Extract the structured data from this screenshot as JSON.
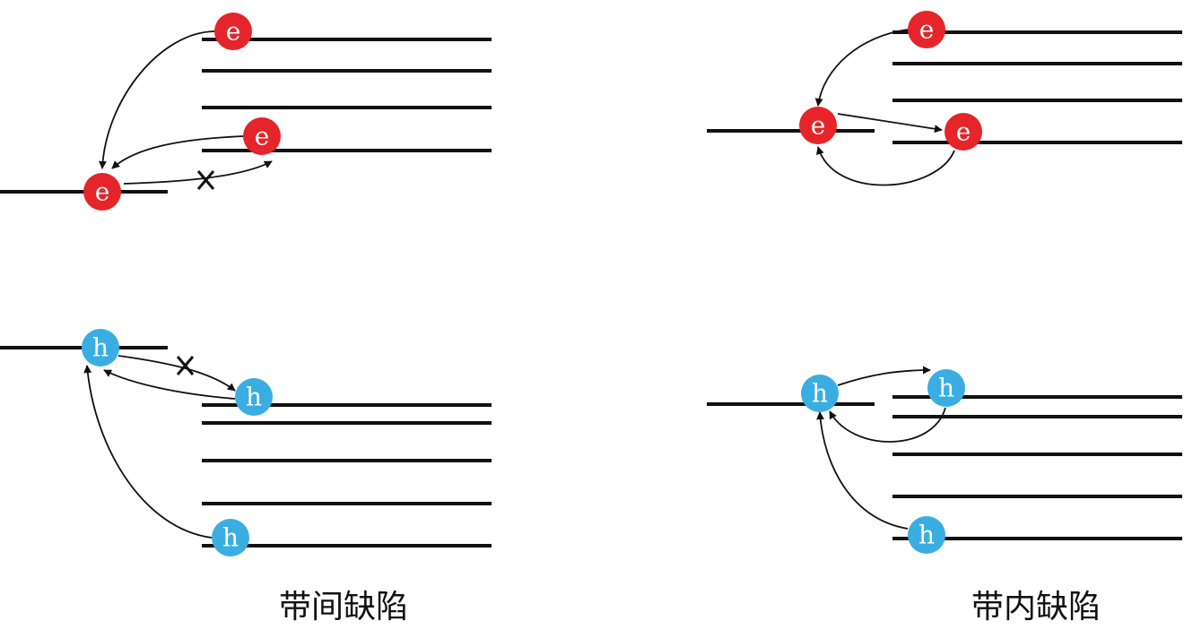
{
  "captions": {
    "left": "带间缺陷",
    "right": "带内缺陷"
  },
  "particles": {
    "electron_label": "e",
    "hole_label": "h",
    "electron_color": "#e5252a",
    "hole_color": "#3aaee3"
  },
  "marks": {
    "blocked": "X"
  }
}
